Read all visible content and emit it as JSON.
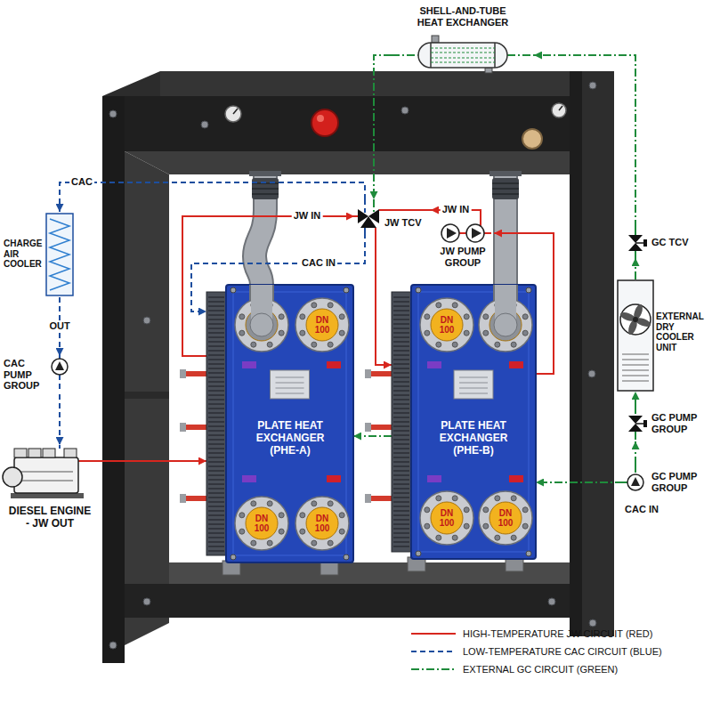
{
  "diagram": {
    "nodes": [
      {
        "text": [
          "SHELL-AND-TUBE HEAT EXCHANGER"
        ]
      },
      {
        "text": [
          "CHARGE AIR COOLER"
        ]
      },
      {
        "text": [
          "JW TCV"
        ]
      },
      {
        "text": [
          "JW PUMP GROUP"
        ]
      },
      {
        "text": [
          "GC TCV"
        ]
      },
      {
        "text": [
          "PLATE HEAT EXCHANGER (PHE-A)"
        ]
      },
      {
        "text": [
          "DN 100"
        ],
        "in": 5
      },
      {
        "text": [
          "DN 100"
        ],
        "in": 5
      },
      {
        "text": [
          "DN 100"
        ],
        "in": 5
      },
      {
        "text": [
          "PLATE HEAT EXCHANGER (PHE-B)"
        ]
      },
      {
        "text": [
          "DN 100"
        ],
        "in": 9
      },
      {
        "text": [
          "DN 100"
        ],
        "in": 9
      },
      {
        "text": [
          "DN 100"
        ],
        "in": 9
      },
      {
        "text": [
          "EXTERNAL DRY COOLER UNIT"
        ]
      },
      {
        "text": [
          "CAC PUMP GROUP"
        ]
      },
      {
        "text": [
          "GC PUMP GROUP"
        ]
      },
      {
        "text": [
          "DIESEL ENGINE - JW OUT"
        ]
      },
      {
        "text": [
          "GC PUMP GROUP"
        ]
      }
    ],
    "edges": [
      {
        "from": 2,
        "to": 1,
        "label": "CAC",
        "arrow": "to"
      },
      {
        "from": 1,
        "to": 14,
        "label": "OUT",
        "arrow": "to"
      },
      {
        "from": 14,
        "to": 16,
        "arrow": "to"
      },
      {
        "from": 2,
        "to": 5,
        "label": "CAC IN",
        "arrow": "to"
      },
      {
        "from": 16,
        "to": 5,
        "arrow": "to"
      },
      {
        "from": 5,
        "to": 2,
        "label": "JW IN",
        "arrow": "to"
      },
      {
        "from": 3,
        "to": 2,
        "label": "JW IN",
        "arrow": "to"
      },
      {
        "from": 2,
        "to": 9,
        "arrow": "to"
      },
      {
        "from": 9,
        "to": 3,
        "arrow": "to"
      },
      {
        "from": 0,
        "to": 2,
        "arrow": "to"
      },
      {
        "from": 4,
        "to": 0,
        "arrow": "to"
      },
      {
        "from": 13,
        "to": 4,
        "arrow": "to"
      },
      {
        "from": 15,
        "to": 13,
        "arrow": "to"
      },
      {
        "from": 17,
        "to": 15,
        "arrow": "to"
      },
      {
        "from": 17,
        "to": 9,
        "arrow": "to"
      },
      {
        "from": 9,
        "to": 5,
        "arrow": "to"
      }
    ],
    "labels": [
      "CAC IN"
    ],
    "legend": [
      {
        "text": "HIGH-TEMPERATURE JW CIRCUIT (RED)"
      },
      {
        "text": "LOW-TEMPERATURE CAC CIRCUIT (BLUE)"
      },
      {
        "text": "EXTERNAL GC CIRCUIT (GREEN)"
      }
    ]
  }
}
